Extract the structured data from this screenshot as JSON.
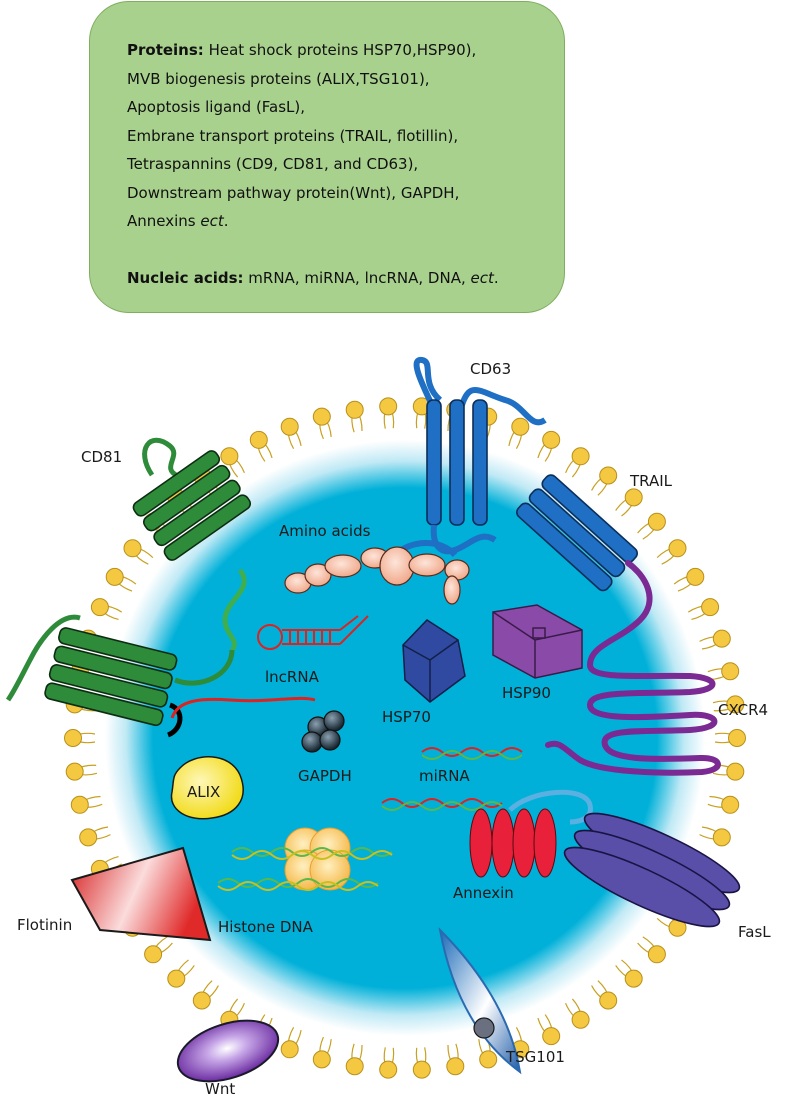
{
  "info_box": {
    "proteins_heading": "Proteins:",
    "lines": [
      "Heat shock proteins HSP70,HSP90),",
      "MVB biogenesis proteins (ALIX,TSG101),",
      "Apoptosis ligand (FasL),",
      "Embrane transport proteins (TRAIL, flotillin),",
      "Tetraspannins (CD9, CD81, and CD63),",
      "Downstream pathway protein(Wnt), GAPDH,"
    ],
    "last_line_text": "Annexins",
    "last_line_ect": "ect",
    "last_line_end": ".",
    "nucleic_heading": "Nucleic acids:",
    "nucleic_text": "mRNA, miRNA, lncRNA, DNA,",
    "nucleic_ect": "ect",
    "nucleic_end": "."
  },
  "labels": {
    "cd63": "CD63",
    "cd81": "CD81",
    "trail": "TRAIL",
    "amino_acids": "Amino acids",
    "lncrna": "lncRNA",
    "hsp70": "HSP70",
    "hsp90": "HSP90",
    "cxcr4": "CXCR4",
    "gapdh": "GAPDH",
    "mirna": "miRNA",
    "alix": "ALIX",
    "flotinin": "Flotinin",
    "histone_dna": "Histone DNA",
    "annexin": "Annexin",
    "fasl": "FasL",
    "tsg101": "TSG101",
    "wnt": "Wnt"
  },
  "colors": {
    "vesicle": "#00b0d8",
    "lipid_head": "#f5c842",
    "cd81": "#2e8b3a",
    "cd63_trail": "#1f6fc4",
    "cxcr4": "#7a2a92",
    "annexin": "#e8203a",
    "fasl": "#5a4fa8",
    "hsp70": "#2f4aa0",
    "hsp90": "#8a4aa8"
  }
}
